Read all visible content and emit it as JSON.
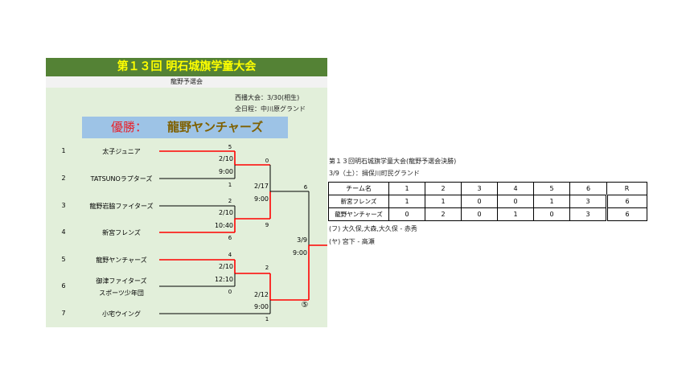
{
  "header": {
    "title": "第１３回 明石城旗学童大会",
    "subtitle": "龍野予選会"
  },
  "info": {
    "nishiban": "西播大会：3/30(相生)",
    "venue": "全日程：中川原グランド"
  },
  "champion": {
    "label": "優勝：",
    "team": "龍野ヤンチャーズ"
  },
  "teams": [
    {
      "seed": "1",
      "name": "太子ジュニア"
    },
    {
      "seed": "2",
      "name": "TATSUNOラプターズ"
    },
    {
      "seed": "3",
      "name": "龍野岩脇ファイターズ"
    },
    {
      "seed": "4",
      "name": "新宮フレンズ"
    },
    {
      "seed": "5",
      "name": "龍野ヤンチャーズ"
    },
    {
      "seed": "6",
      "name": "御津ファイターズ"
    },
    {
      "seed": "",
      "name": "スポーツ少年団"
    },
    {
      "seed": "7",
      "name": "小宅ウイング"
    }
  ],
  "matches": [
    {
      "date": "2/10",
      "time": "9:00",
      "score_top": "5",
      "score_bottom": "1"
    },
    {
      "date": "2/10",
      "time": "10:40",
      "score_top": "2",
      "score_bottom": "6"
    },
    {
      "date": "2/10",
      "time": "12:10",
      "score_top": "4",
      "score_bottom": "0"
    },
    {
      "date": "2/17",
      "time": "9:00",
      "score_top": "0",
      "score_bottom": "9"
    },
    {
      "date": "2/12",
      "time": "9:00",
      "score_top": "2",
      "score_bottom": "1"
    },
    {
      "date": "3/9",
      "time": "9:00",
      "score_top": "6",
      "score_bottom": "⑤"
    }
  ],
  "final": {
    "title": "第１３回明石城旗学童大会(龍野予選会決勝)",
    "venue": "3/9（土）：揖保川町民グランド",
    "table": {
      "header": [
        "チーム名",
        "1",
        "2",
        "3",
        "4",
        "5",
        "6",
        "R"
      ],
      "rows": [
        [
          "新宮フレンズ",
          "1",
          "1",
          "0",
          "0",
          "1",
          "3",
          "6"
        ],
        [
          "龍野ヤンチャーズ",
          "0",
          "2",
          "0",
          "1",
          "0",
          "3",
          "6"
        ]
      ]
    },
    "battery_f": "(フ) 大久保,大森,大久保 - 赤秀",
    "battery_y": "(ヤ) 宮下 - 高瀬"
  },
  "colors": {
    "title_bg": "#548235",
    "title_text": "#ffff00",
    "panel_bg": "#e2efda",
    "banner_bg": "#9dc3e6",
    "winner_line": "#ff0000",
    "champion_label": "#e8202a",
    "champion_name": "#7f6000"
  }
}
